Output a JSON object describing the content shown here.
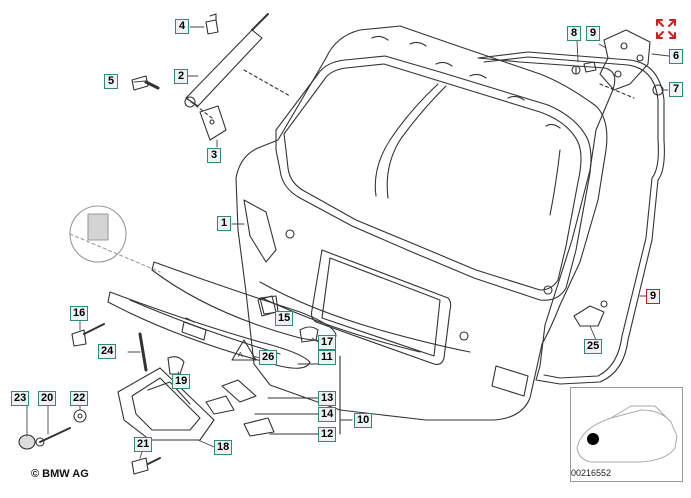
{
  "callouts": [
    {
      "label": "4"
    },
    {
      "label": "2"
    },
    {
      "label": "5"
    },
    {
      "label": "3"
    },
    {
      "label": "1"
    },
    {
      "label": "8"
    },
    {
      "label": "9"
    },
    {
      "label": "6"
    },
    {
      "label": "7"
    },
    {
      "label": "9"
    },
    {
      "label": "16"
    },
    {
      "label": "15"
    },
    {
      "label": "17"
    },
    {
      "label": "24"
    },
    {
      "label": "26"
    },
    {
      "label": "11"
    },
    {
      "label": "19"
    },
    {
      "label": "25"
    },
    {
      "label": "23"
    },
    {
      "label": "20"
    },
    {
      "label": "22"
    },
    {
      "label": "13"
    },
    {
      "label": "14"
    },
    {
      "label": "10"
    },
    {
      "label": "12"
    },
    {
      "label": "21"
    },
    {
      "label": "18"
    }
  ],
  "copyright": "© BMW AG",
  "image_ref": "00216552",
  "colors": {
    "callout_border": "#2f8a7a",
    "callout_fill": "#eef3f1",
    "highlight_border": "#cc1f1f",
    "icon_red": "#cc1f1f"
  },
  "icons": {
    "expand": "expand-arrows-icon"
  }
}
